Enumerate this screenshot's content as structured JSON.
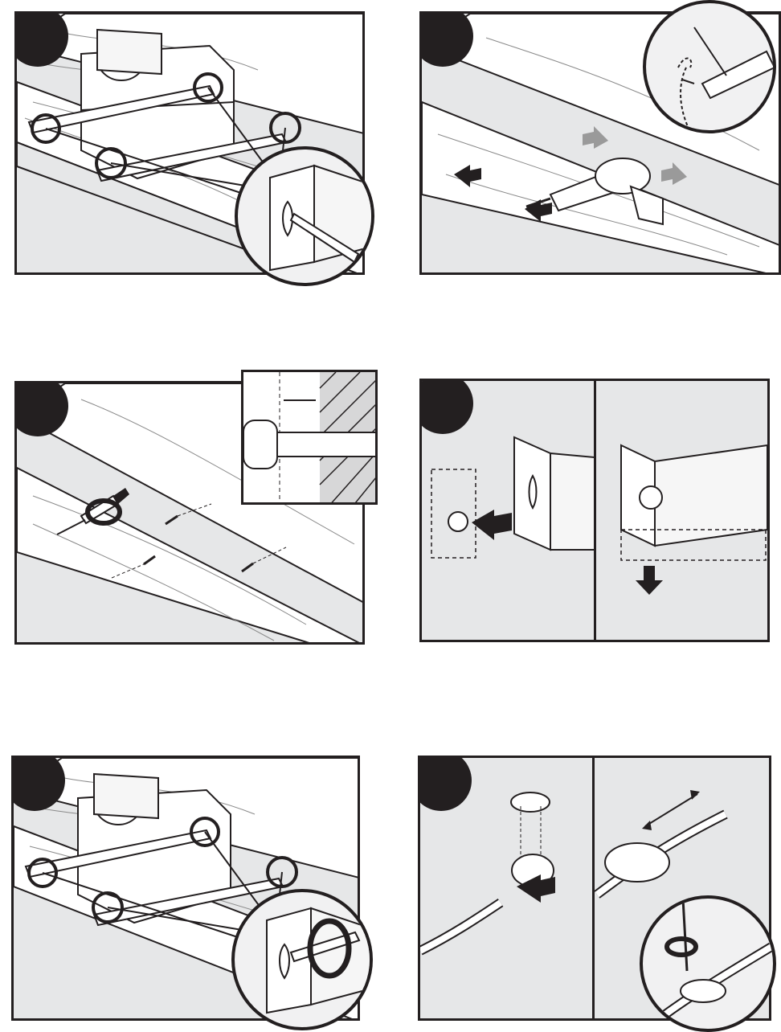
{
  "palette": {
    "ink": "#231f20",
    "panel_bg": "#e6e7e8",
    "wood": "#ffffff",
    "arrow_gray": "#9a9a9a"
  },
  "steps": [
    {
      "id": 1,
      "icon": "fan-housing-mount-icon"
    },
    {
      "id": 2,
      "icon": "drill-pilot-holes-icon"
    },
    {
      "id": 3,
      "icon": "screw-driving-icon"
    },
    {
      "id": 4,
      "icon": "keyhole-bracket-slide-icon"
    },
    {
      "id": 5,
      "icon": "tighten-mounting-screws-icon"
    },
    {
      "id": 6,
      "icon": "cable-clamp-install-icon"
    }
  ]
}
